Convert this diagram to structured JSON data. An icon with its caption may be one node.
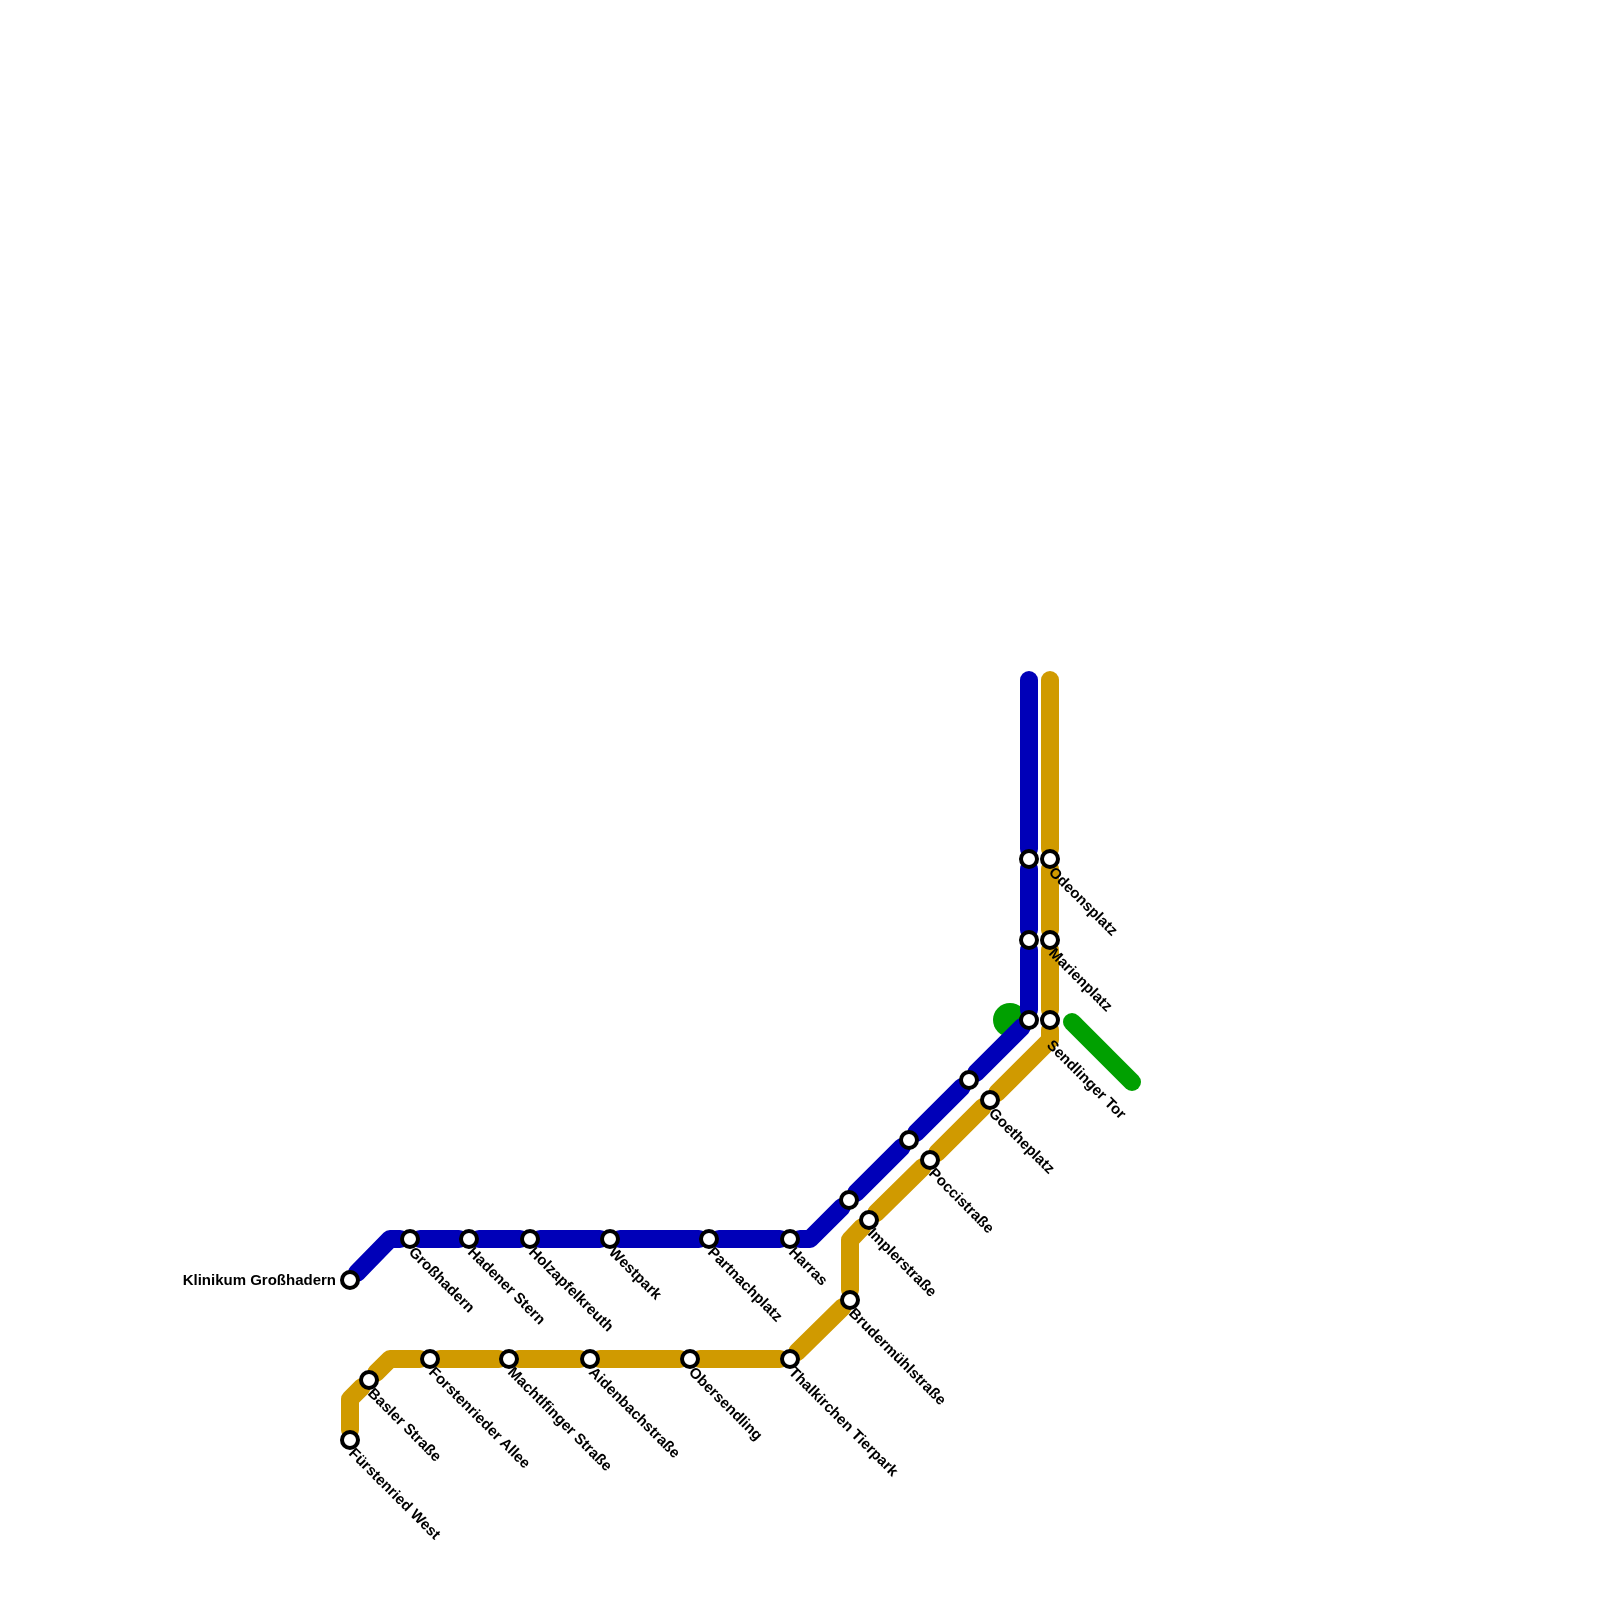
{
  "diagram": {
    "nodes": [
      {
        "text": [
          "Klinikum Großhadern"
        ]
      },
      {
        "text": [
          "Großhadern"
        ]
      },
      {
        "text": [
          "Hadener Stern"
        ]
      },
      {
        "text": [
          "Holzapfelkreuth"
        ]
      },
      {
        "text": [
          "Westpark"
        ]
      },
      {
        "text": [
          "Partnachplatz"
        ]
      },
      {
        "text": [
          "Harras"
        ]
      },
      {
        "text": [],
        "shape": "circle"
      },
      {
        "text": [],
        "shape": "circle"
      },
      {
        "text": [],
        "shape": "circle"
      },
      {
        "text": [
          "Odeonsplatz"
        ]
      },
      {
        "text": [
          "Marienplatz"
        ]
      },
      {
        "text": [
          "Sendlinger Tor"
        ]
      },
      {
        "text": [
          "Goetheplatz"
        ]
      },
      {
        "text": [
          "Poccistraße"
        ]
      },
      {
        "text": [
          "Implerstraße"
        ]
      },
      {
        "text": [
          "Brudermühlstraße"
        ]
      },
      {
        "text": [
          "Thalkirchen Tierpark"
        ]
      },
      {
        "text": [
          "Obersendling"
        ]
      },
      {
        "text": [
          "Aidenbachstraße"
        ]
      },
      {
        "text": [
          "Machtlfinger Straße"
        ]
      },
      {
        "text": [
          "Forstenrieder Allee"
        ]
      },
      {
        "text": [
          "Basler Straße"
        ]
      },
      {
        "text": [
          "Fürstenried West"
        ]
      }
    ],
    "edges": [
      {
        "from": 0,
        "to": 1,
        "arrow": "none",
        "color": "#0000b8"
      },
      {
        "from": 1,
        "to": 2,
        "arrow": "none",
        "color": "#0000b8"
      },
      {
        "from": 2,
        "to": 3,
        "arrow": "none",
        "color": "#0000b8"
      },
      {
        "from": 3,
        "to": 4,
        "arrow": "none",
        "color": "#0000b8"
      },
      {
        "from": 4,
        "to": 5,
        "arrow": "none",
        "color": "#0000b8"
      },
      {
        "from": 5,
        "to": 6,
        "arrow": "none",
        "color": "#0000b8"
      },
      {
        "from": 6,
        "to": 7,
        "arrow": "none",
        "color": "#0000b8"
      },
      {
        "from": 7,
        "to": 8,
        "arrow": "none",
        "color": "#0000b8"
      },
      {
        "from": 8,
        "to": 9,
        "arrow": "none",
        "color": "#0000b8"
      },
      {
        "from": 9,
        "to": 12,
        "arrow": "none",
        "color": "#0000b8"
      },
      {
        "from": 12,
        "to": 11,
        "arrow": "none",
        "color": "#0000b8"
      },
      {
        "from": 11,
        "to": 10,
        "arrow": "none",
        "color": "#0000b8"
      },
      {
        "from": 10,
        "to": null,
        "arrow": "none",
        "color": "#0000b8"
      },
      {
        "from": 23,
        "to": 22,
        "arrow": "none"
      },
      {
        "from": 22,
        "to": 21,
        "arrow": "none"
      },
      {
        "from": 21,
        "to": 20,
        "arrow": "none"
      },
      {
        "from": 20,
        "to": 19,
        "arrow": "none"
      },
      {
        "from": 19,
        "to": 18,
        "arrow": "none"
      },
      {
        "from": 18,
        "to": 17,
        "arrow": "none"
      },
      {
        "from": 17,
        "to": 16,
        "arrow": "none"
      },
      {
        "from": 16,
        "to": 15,
        "arrow": "none"
      },
      {
        "from": 15,
        "to": 14,
        "arrow": "none"
      },
      {
        "from": 14,
        "to": 13,
        "arrow": "none"
      },
      {
        "from": 13,
        "to": 12,
        "arrow": "none"
      },
      {
        "from": 12,
        "to": 11,
        "arrow": "none"
      },
      {
        "from": 11,
        "to": 10,
        "arrow": "none"
      },
      {
        "from": 10,
        "to": null,
        "arrow": "none"
      },
      {
        "from": 12,
        "to": null,
        "arrow": "none",
        "color": "#00a000"
      }
    ]
  }
}
